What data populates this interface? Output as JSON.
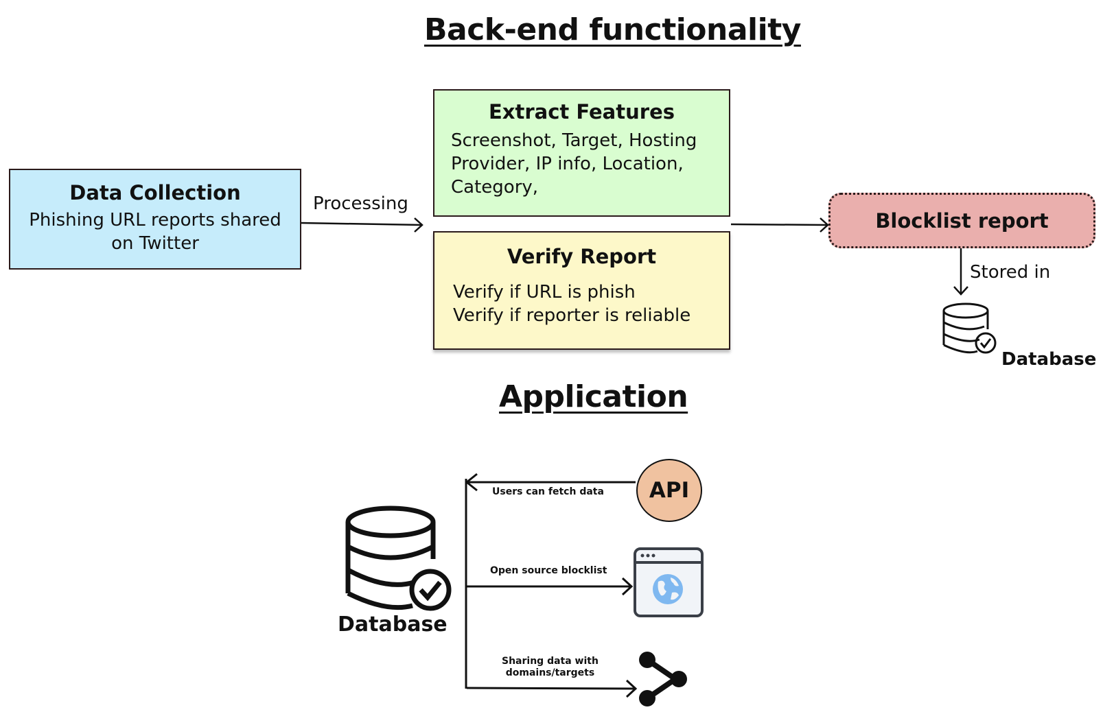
{
  "backend": {
    "title": "Back-end functionality",
    "data_collection": {
      "title": "Data Collection",
      "text_line1": "Phishing URL reports shared",
      "text_line2": "on Twitter"
    },
    "processing_label": "Processing",
    "extract": {
      "title": "Extract Features",
      "line1": "Screenshot, Target, Hosting",
      "line2": "Provider, IP info, Location,",
      "line3": "Category,"
    },
    "verify": {
      "title": "Verify Report",
      "line1": "Verify if URL is phish",
      "line2": "Verify if reporter is reliable"
    },
    "blocklist": {
      "title": "Blocklist report"
    },
    "stored_label": "Stored in",
    "database_label": "Database"
  },
  "application": {
    "title": "Application",
    "database_label": "Database",
    "api_label": "API",
    "fetch_label": "Users can fetch data",
    "blocklist_label": "Open source blocklist",
    "sharing_line1": "Sharing data with",
    "sharing_line2": "domains/targets"
  },
  "colors": {
    "data_collection_fill": "#c6ecfb",
    "extract_fill": "#d9fdd0",
    "verify_fill": "#fdf8c9",
    "blocklist_fill": "#eaafad",
    "api_fill": "#f0c2a0",
    "globe": "#7fb8f0"
  },
  "icons": [
    "database-check-icon",
    "browser-globe-icon",
    "share-icon"
  ]
}
